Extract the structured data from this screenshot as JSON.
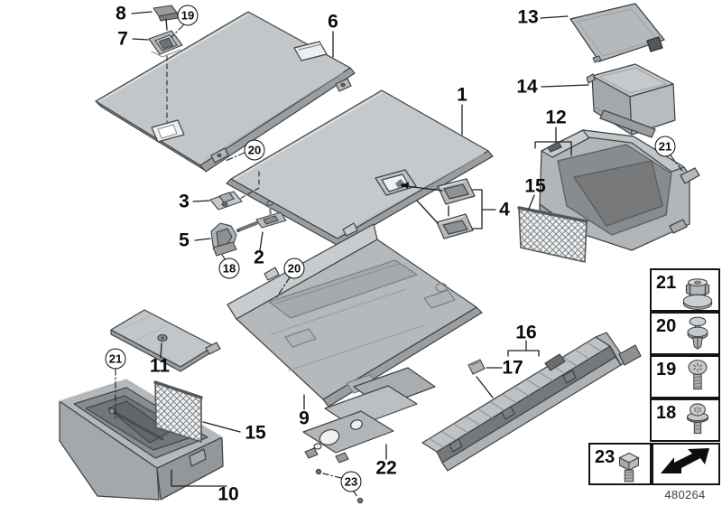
{
  "labels": {
    "p1": "1",
    "p2": "2",
    "p3": "3",
    "p4": "4",
    "p5": "5",
    "p6": "6",
    "p7": "7",
    "p8": "8",
    "p9": "9",
    "p10": "10",
    "p11": "11",
    "p12": "12",
    "p13": "13",
    "p14": "14",
    "p15_left": "15",
    "p15_right": "15",
    "p16": "16",
    "p17": "17",
    "p22": "22"
  },
  "callouts": {
    "c18": "18",
    "c19": "19",
    "c20_top": "20",
    "c20_mid": "20",
    "c21_left": "21",
    "c21_right": "21",
    "c23": "23"
  },
  "legend": {
    "i21": "21",
    "i20": "20",
    "i19": "19",
    "i18": "18",
    "i23": "23",
    "icons": {
      "i21": "flange-nut",
      "i20": "expansion-rivet",
      "i19": "torx-screw",
      "i18": "torx-screw-washer",
      "i23": "hex-bolt",
      "arrow": "direction-arrow"
    }
  },
  "footer": {
    "doc_number": "480264"
  }
}
